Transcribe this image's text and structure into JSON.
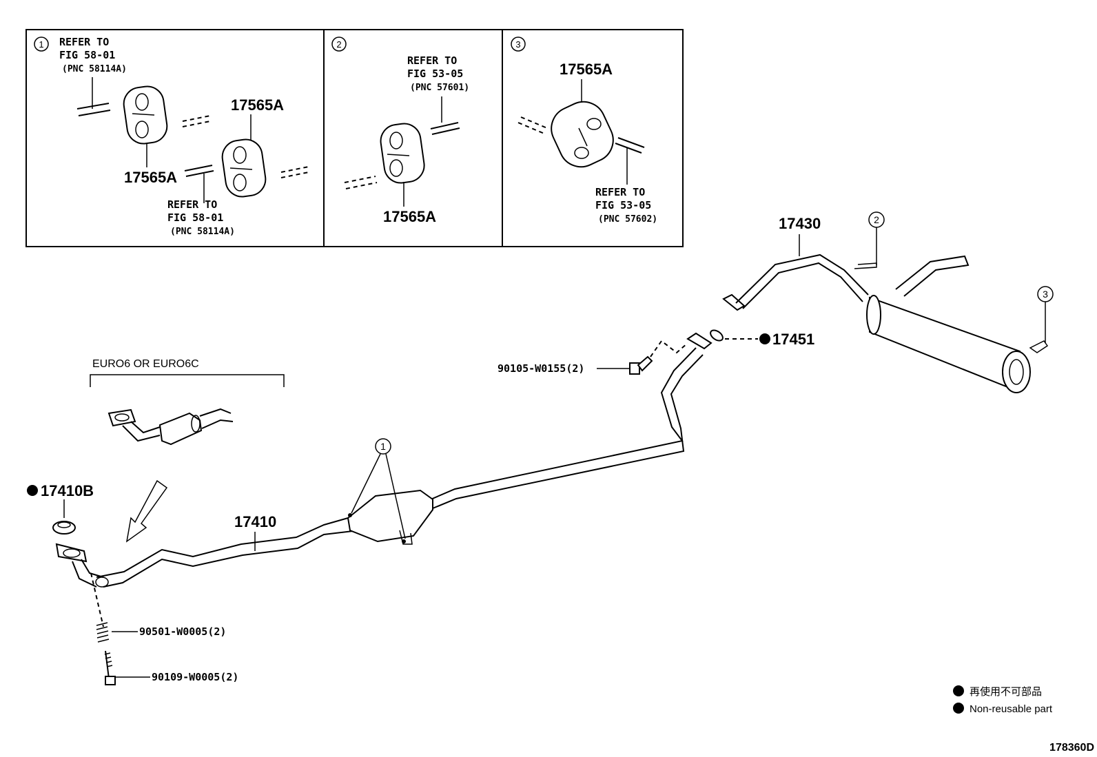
{
  "panels": {
    "p1": {
      "index": "1",
      "refer_a": [
        "REFER TO",
        "FIG 58-01",
        "(PNC 58114A)"
      ],
      "refer_b": [
        "REFER TO",
        "FIG 58-01",
        "(PNC 58114A)"
      ],
      "part_a": "17565A",
      "part_b": "17565A"
    },
    "p2": {
      "index": "2",
      "refer": [
        "REFER TO",
        "FIG 53-05",
        "(PNC 57601)"
      ],
      "part": "17565A"
    },
    "p3": {
      "index": "3",
      "refer": [
        "REFER TO",
        "FIG 53-05",
        "(PNC 57602)"
      ],
      "part": "17565A"
    }
  },
  "callouts": {
    "muffler": "17430",
    "ref2": "2",
    "ref3": "3",
    "gasket_rear": "17451",
    "bolt_mid": "90105-W0155(2)",
    "euro_label": "EURO6 OR EURO6C",
    "gasket_front": "17410B",
    "front_pipe": "17410",
    "ref1": "1",
    "spring": "90501-W0005(2)",
    "bolt_front": "90109-W0005(2)"
  },
  "legend": {
    "jp": "再使用不可部品",
    "en": "Non-reusable part"
  },
  "diagram_id": "178360D"
}
